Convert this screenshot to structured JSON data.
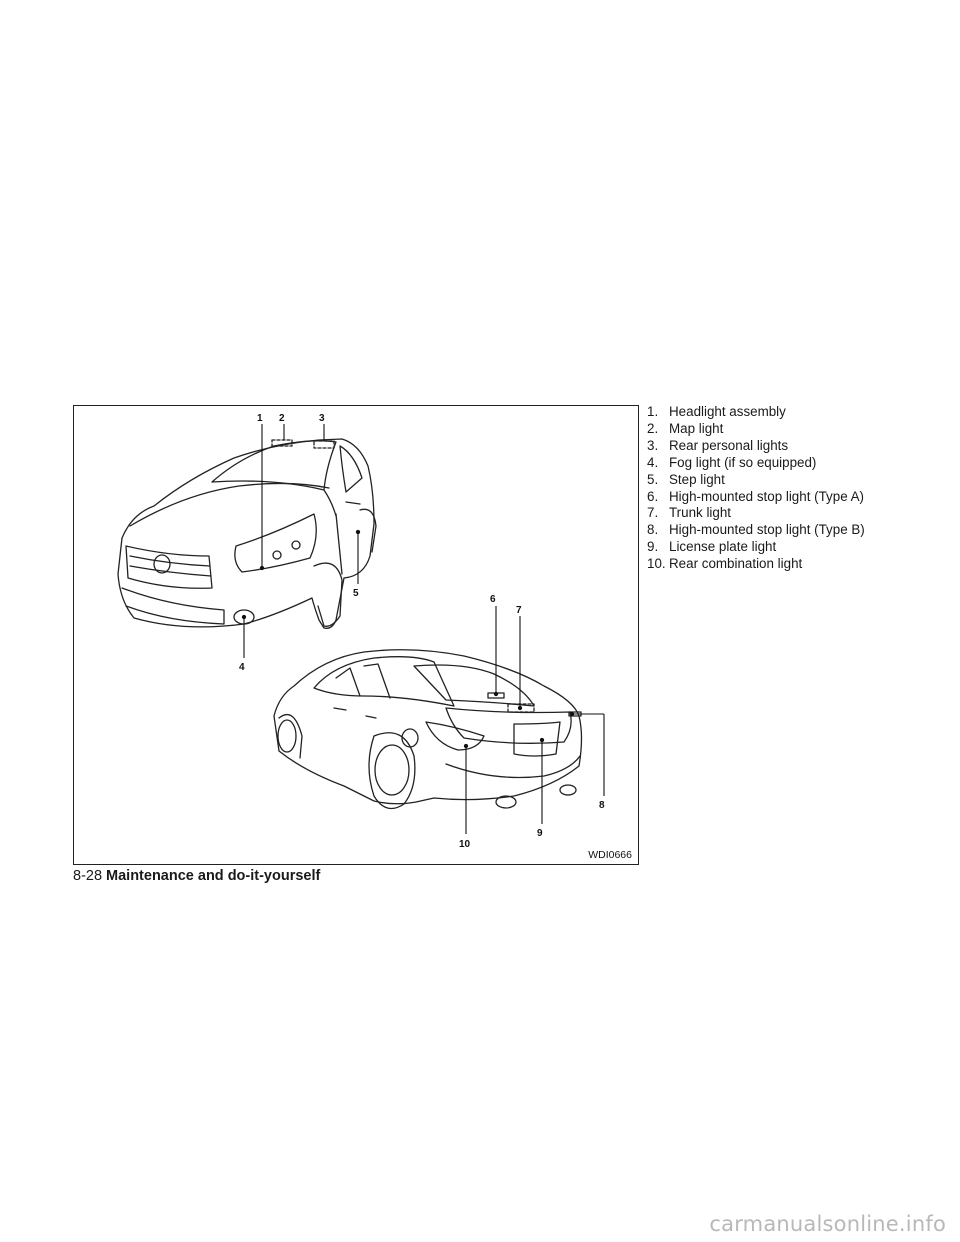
{
  "figure": {
    "code": "WDI0666",
    "callouts": [
      "1",
      "2",
      "3",
      "4",
      "5",
      "6",
      "7",
      "8",
      "9",
      "10"
    ]
  },
  "legend": [
    {
      "num": "1.",
      "label": "Headlight assembly"
    },
    {
      "num": "2.",
      "label": "Map light"
    },
    {
      "num": "3.",
      "label": "Rear personal lights"
    },
    {
      "num": "4.",
      "label": "Fog light (if so equipped)"
    },
    {
      "num": "5.",
      "label": "Step light"
    },
    {
      "num": "6.",
      "label": "High-mounted stop light (Type A)"
    },
    {
      "num": "7.",
      "label": "Trunk light"
    },
    {
      "num": "8.",
      "label": "High-mounted stop light (Type B)"
    },
    {
      "num": "9.",
      "label": "License plate light"
    },
    {
      "num": "10.",
      "label": "Rear combination light"
    }
  ],
  "footer": {
    "page_number": "8-28",
    "section_title": "Maintenance and do-it-yourself"
  },
  "watermark": "carmanualsonline.info"
}
